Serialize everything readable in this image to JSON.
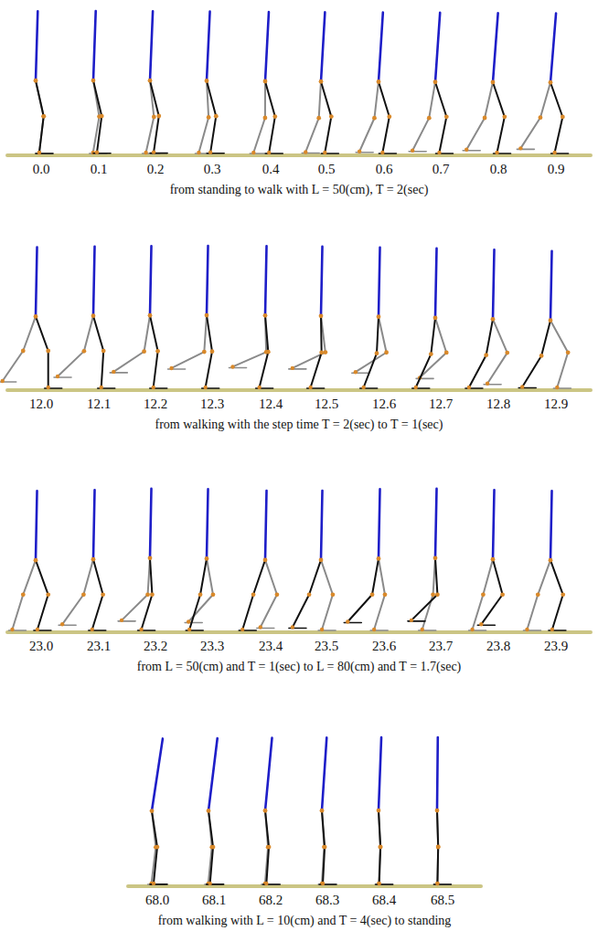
{
  "diagram": {
    "labels": [
      "0.0",
      "0.1",
      "0.2",
      "0.3",
      "0.4",
      "0.5",
      "0.6",
      "0.7",
      "0.8",
      "0.9",
      "from standing to walk with L = 50(cm), T = 2(sec)",
      "12.0",
      "12.1",
      "12.2",
      "12.3",
      "12.4",
      "12.5",
      "12.6",
      "12.7",
      "12.8",
      "12.9",
      "from walking with the step time T = 2(sec) to T = 1(sec)",
      "23.0",
      "23.1",
      "23.2",
      "23.3",
      "23.4",
      "23.5",
      "23.6",
      "23.7",
      "23.8",
      "23.9",
      "from L = 50(cm) and T = 1(sec) to L = 80(cm) and T = 1.7(sec)",
      "68.0",
      "68.1",
      "68.2",
      "68.3",
      "68.4",
      "68.5",
      "from walking with L = 10(cm) and T = 4(sec) to standing"
    ]
  }
}
